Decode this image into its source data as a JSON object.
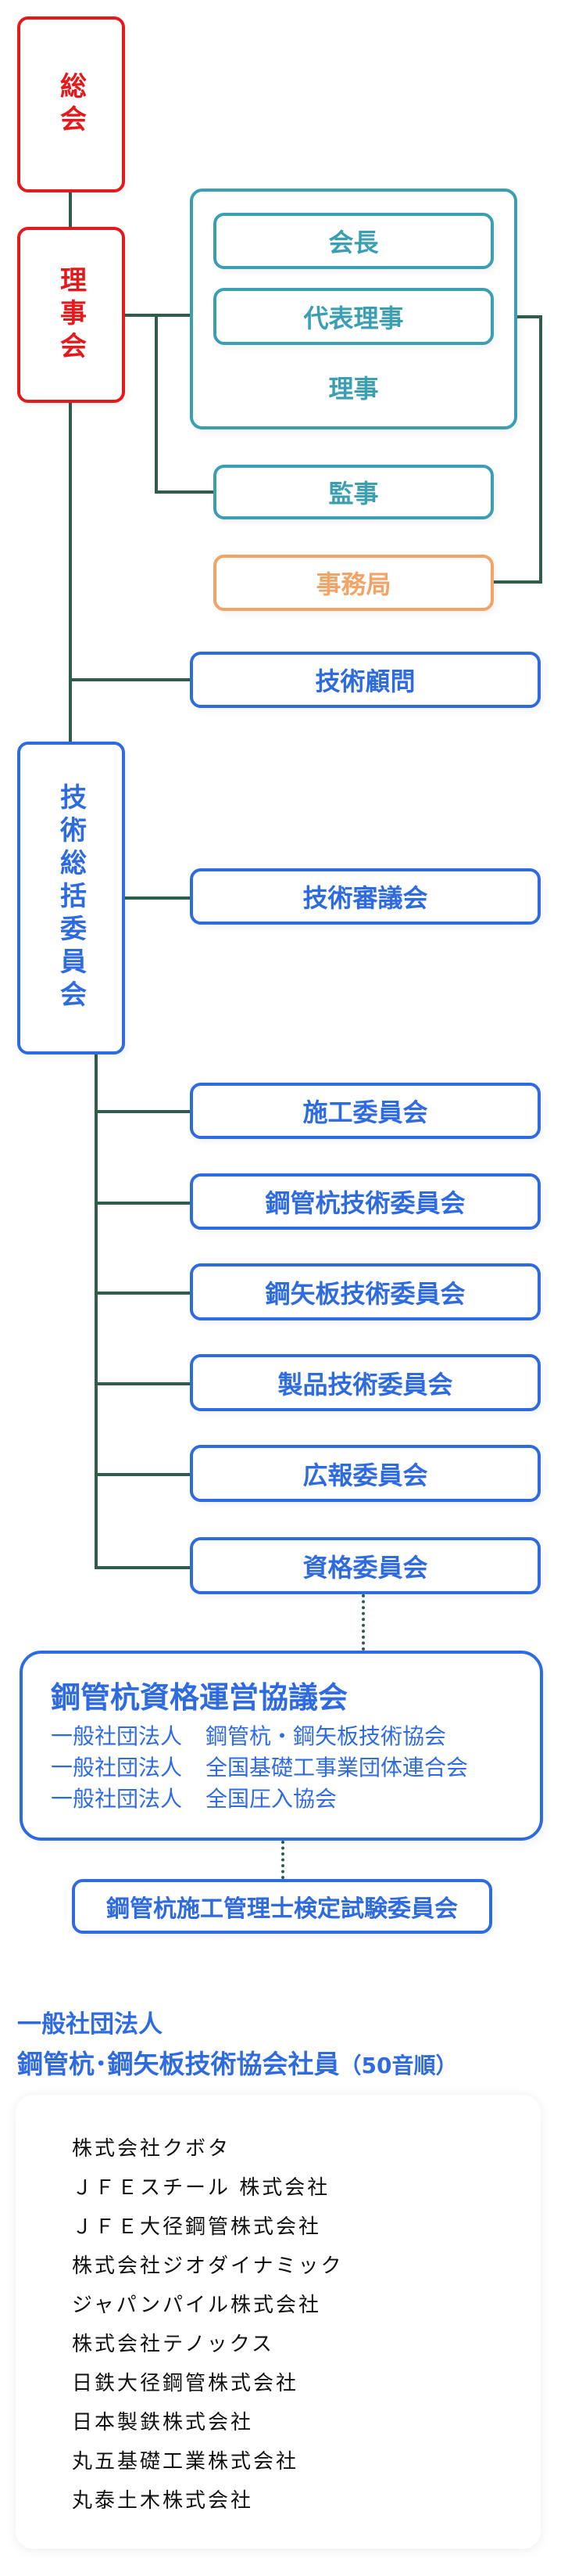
{
  "colors": {
    "general": "#e4191c",
    "board": "#3a9fb2",
    "office": "#f2a365",
    "committee": "#2f6be0",
    "connector": "#2e5e4a"
  },
  "org": {
    "general_assembly": "総会",
    "board": "理事会",
    "president": "会長",
    "representative_director": "代表理事",
    "director": "理事",
    "auditor": "監事",
    "secretariat": "事務局",
    "technical_advisor": "技術顧問",
    "technical_general_committee": "技術総括委員会",
    "technical_council": "技術審議会",
    "committees": [
      "施工委員会",
      "鋼管杭技術委員会",
      "鋼矢板技術委員会",
      "製品技術委員会",
      "広報委員会",
      "資格委員会"
    ]
  },
  "council": {
    "title": "鋼管杭資格運営協議会",
    "members": [
      {
        "type": "一般社団法人",
        "name": "鋼管杭・鋼矢板技術協会"
      },
      {
        "type": "一般社団法人",
        "name": "全国基礎工事業団体連合会"
      },
      {
        "type": "一般社団法人",
        "name": "全国圧入協会"
      }
    ]
  },
  "exam_committee": "鋼管杭施工管理士検定試験委員会",
  "members_section": {
    "heading_line1": "一般社団法人",
    "heading_line2": "鋼管杭･鋼矢板技術協会社員",
    "heading_note": "（50音順）",
    "companies": [
      "株式会社クボタ",
      "ＪＦＥスチール 株式会社",
      "ＪＦＥ大径鋼管株式会社",
      "株式会社ジオダイナミック",
      "ジャパンパイル株式会社",
      "株式会社テノックス",
      "日鉄大径鋼管株式会社",
      "日本製鉄株式会社",
      "丸五基礎工業株式会社",
      "丸泰土木株式会社"
    ]
  }
}
